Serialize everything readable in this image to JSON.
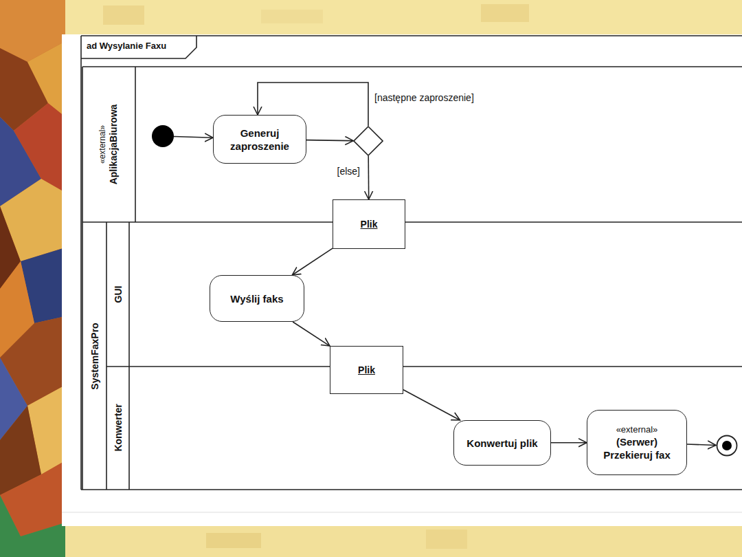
{
  "diagram": {
    "title": "ad Wysylanie Faxu",
    "nodes": [
      {
        "text": [
          "«external»",
          "AplikacjaBiurowa"
        ]
      },
      {
        "text": [
          "SystemFaxPro"
        ]
      },
      {
        "text": [
          "GUI"
        ],
        "in": 1
      },
      {
        "text": [
          "Konwerter"
        ],
        "in": 1
      },
      {
        "text": [],
        "in": 0
      },
      {
        "text": [
          "Generuj zaproszenie"
        ],
        "in": 0
      },
      {
        "text": [],
        "in": 0
      },
      {
        "text": [
          "Plik"
        ]
      },
      {
        "text": [
          "Wyślij faks"
        ],
        "in": 2
      },
      {
        "text": [
          "Plik"
        ]
      },
      {
        "text": [
          "Konwertuj plik"
        ],
        "in": 3
      },
      {
        "text": [
          "«external»",
          "(Serwer) Przekieruj fax"
        ],
        "in": 3
      },
      {
        "text": [],
        "in": 3
      }
    ],
    "edges": [
      {
        "from": 4,
        "to": 5,
        "arrow": "to"
      },
      {
        "from": 5,
        "to": 6,
        "arrow": "to"
      },
      {
        "from": 6,
        "to": 5,
        "label": "[następne zaproszenie]",
        "arrow": "to"
      },
      {
        "from": 6,
        "to": 7,
        "label": "[else]",
        "arrow": "to"
      },
      {
        "from": 7,
        "to": 8,
        "arrow": "to"
      },
      {
        "from": 8,
        "to": 9,
        "arrow": "to"
      },
      {
        "from": 9,
        "to": 10,
        "arrow": "to"
      },
      {
        "from": 10,
        "to": 11,
        "arrow": "to"
      },
      {
        "from": 11,
        "to": 12,
        "arrow": "to"
      }
    ]
  }
}
